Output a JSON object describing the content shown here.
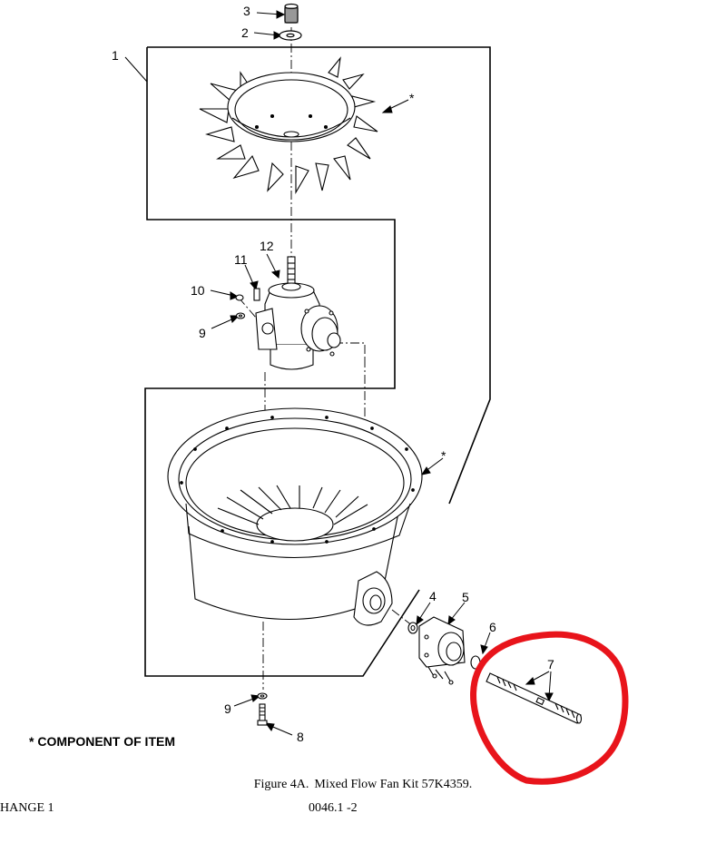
{
  "callouts": {
    "c1": "1",
    "c2": "2",
    "c3": "3",
    "c4": "4",
    "c5": "5",
    "c6": "6",
    "c7": "7",
    "c8": "8",
    "c9_upper": "9",
    "c9_lower": "9",
    "c10": "10",
    "c11": "11",
    "c12": "12",
    "star_fan": "*",
    "star_housing": "*"
  },
  "note": "* COMPONENT OF ITEM",
  "caption": {
    "figure": "Figure  4A.",
    "title": "Mixed Flow Fan Kit 57K4359."
  },
  "footer": {
    "left": "HANGE 1",
    "right": "0046.1  -2"
  },
  "highlight_color": "#e8141b",
  "line_color": "#000000"
}
